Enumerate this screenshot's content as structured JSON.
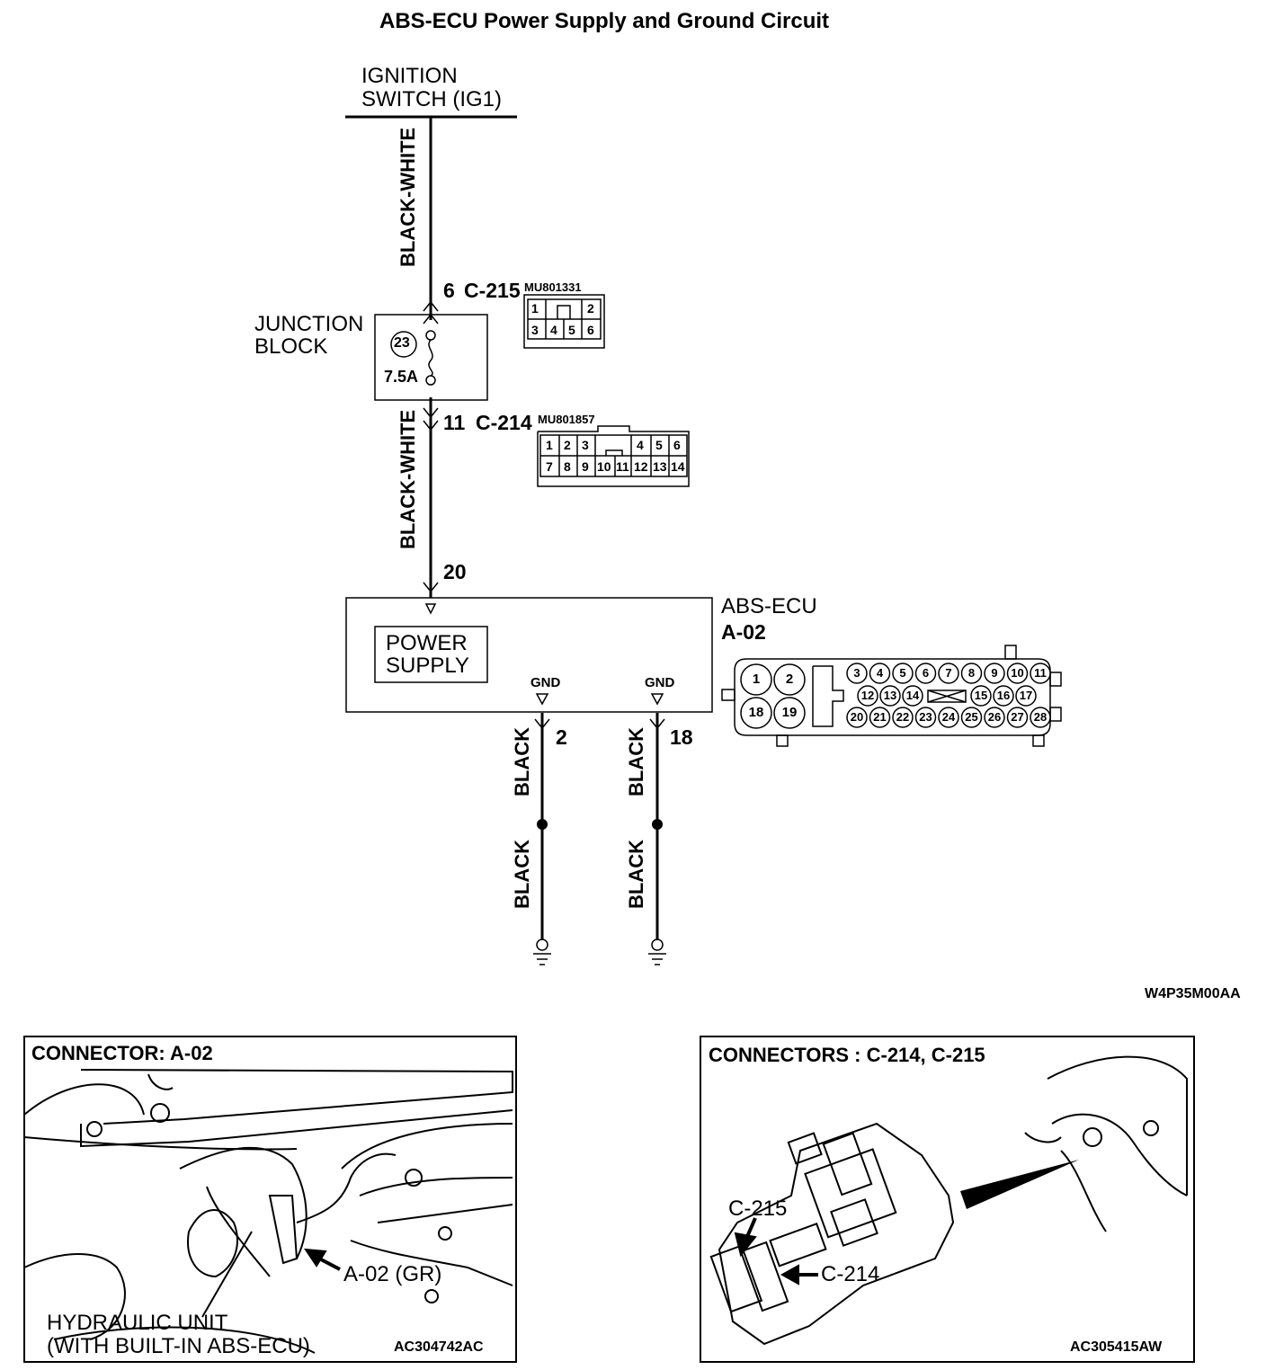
{
  "title": "ABS-ECU Power Supply and Ground Circuit",
  "ignition": {
    "line1": "IGNITION",
    "line2": "SWITCH (IG1)"
  },
  "wire_colors": {
    "upper": "BLACK-WHITE",
    "middle": "BLACK-WHITE",
    "ground": "BLACK"
  },
  "junction_block": {
    "line1": "JUNCTION",
    "line2": "BLOCK",
    "fuse_number": "23",
    "fuse_rating": "7.5A",
    "top_pin": "6",
    "top_connector": "C-215",
    "top_part": "MU801331",
    "bottom_pin": "11",
    "bottom_connector": "C-214",
    "bottom_part": "MU801857"
  },
  "c215_pins": [
    "1",
    "2",
    "3",
    "4",
    "5",
    "6"
  ],
  "c214_pins": [
    "1",
    "2",
    "3",
    "4",
    "5",
    "6",
    "7",
    "8",
    "9",
    "10",
    "11",
    "12",
    "13",
    "14"
  ],
  "ecu": {
    "name": "ABS-ECU",
    "connector": "A-02",
    "power_pin": "20",
    "power_label_1": "POWER",
    "power_label_2": "SUPPLY",
    "gnd_label": "GND",
    "gnd_pin_1": "2",
    "gnd_pin_2": "18"
  },
  "a02_pins": [
    "1",
    "2",
    "18",
    "19",
    "3",
    "4",
    "5",
    "6",
    "7",
    "8",
    "9",
    "10",
    "11",
    "12",
    "13",
    "14",
    "15",
    "16",
    "17",
    "20",
    "21",
    "22",
    "23",
    "24",
    "25",
    "26",
    "27",
    "28"
  ],
  "diagram_code": "W4P35M00AA",
  "photo_left": {
    "heading": "CONNECTOR: A-02",
    "callout": "A-02 (GR)",
    "caption_1": "HYDRAULIC UNIT",
    "caption_2": "(WITH BUILT-IN ABS-ECU)",
    "code": "AC304742AC"
  },
  "photo_right": {
    "heading": "CONNECTORS : C-214, C-215",
    "callout_1": "C-215",
    "callout_2": "C-214",
    "code": "AC305415AW"
  }
}
